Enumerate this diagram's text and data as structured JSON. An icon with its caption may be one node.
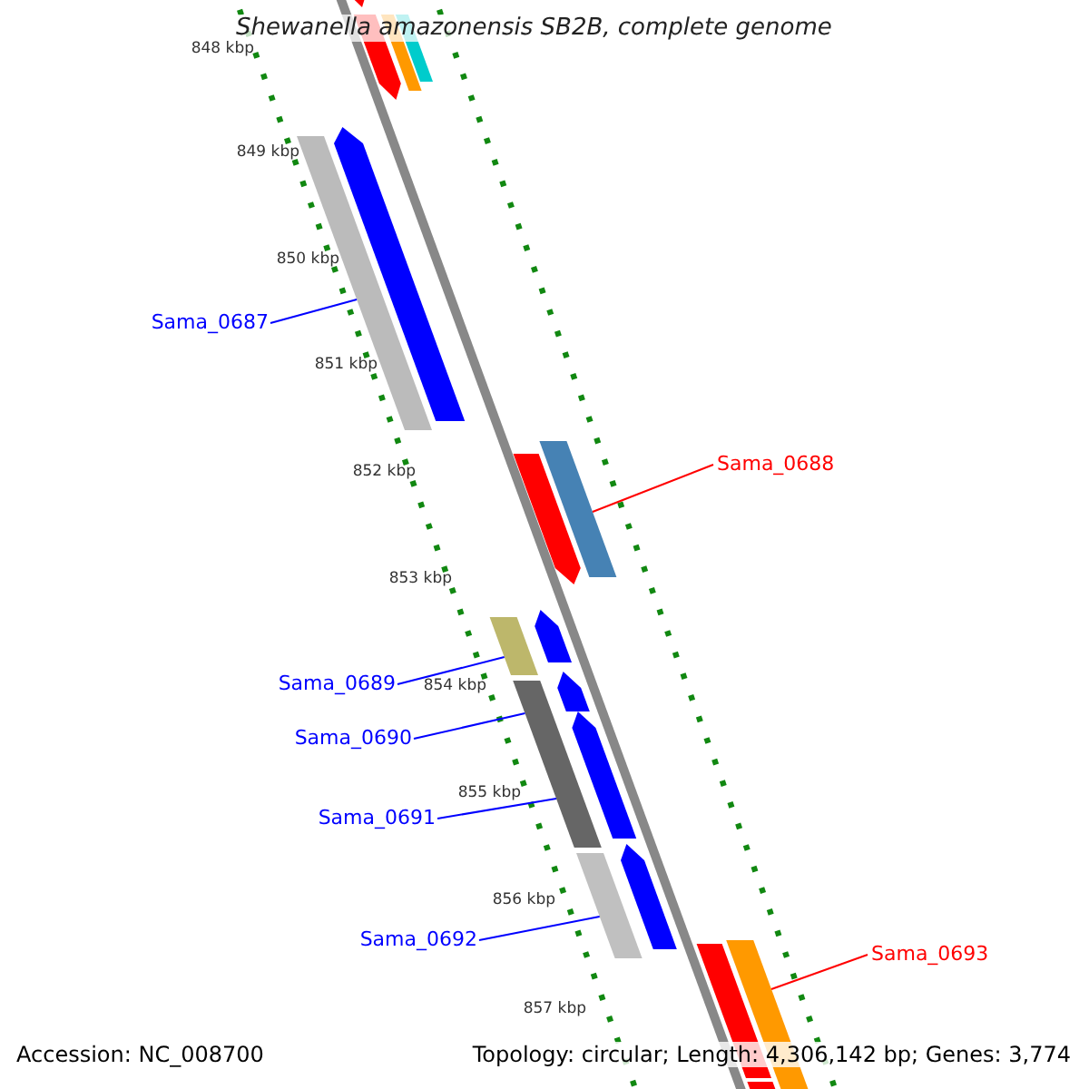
{
  "diagram": {
    "title": "Shewanella amazonensis SB2B, complete genome",
    "nodes": [
      {
        "text": [
          "Sama_0687"
        ]
      },
      {
        "text": [],
        "shape": "bar"
      },
      {
        "text": [
          "Sama_0688"
        ]
      },
      {
        "text": [],
        "shape": "bar"
      },
      {
        "text": [
          "Sama_0689"
        ]
      },
      {
        "text": [],
        "shape": "bar"
      },
      {
        "text": [
          "Sama_0690"
        ]
      },
      {
        "text": [],
        "shape": "bar"
      },
      {
        "text": [
          "Sama_0691"
        ]
      },
      {
        "text": [],
        "shape": "bar"
      },
      {
        "text": [
          "Sama_0692"
        ]
      },
      {
        "text": [],
        "shape": "bar"
      },
      {
        "text": [
          "Sama_0693"
        ]
      },
      {
        "text": [],
        "shape": "bar"
      },
      {
        "text": [],
        "shape": "bar"
      },
      {
        "text": [],
        "shape": "bar"
      },
      {
        "text": [],
        "shape": "bar"
      },
      {
        "text": [],
        "shape": "bar"
      },
      {
        "text": [],
        "shape": "bar"
      },
      {
        "text": [],
        "shape": "bar"
      },
      {
        "text": [],
        "shape": "bar"
      },
      {
        "text": [],
        "shape": "bar"
      },
      {
        "text": [],
        "shape": "bar"
      },
      {
        "text": [],
        "shape": "bar"
      },
      {
        "text": [],
        "shape": "bar"
      },
      {
        "text": [],
        "shape": "bar"
      }
    ],
    "edges": [
      {
        "from": 0,
        "to": 1,
        "arrow": "none"
      },
      {
        "from": 2,
        "to": 3,
        "arrow": "none",
        "color": "#ff0000"
      },
      {
        "from": 4,
        "to": 5,
        "arrow": "none"
      },
      {
        "from": 6,
        "to": 7,
        "arrow": "none"
      },
      {
        "from": 8,
        "to": 9,
        "arrow": "none"
      },
      {
        "from": 10,
        "to": 11,
        "arrow": "none"
      },
      {
        "from": 12,
        "to": 13,
        "arrow": "none",
        "color": "#ff0000"
      }
    ],
    "labels": [
      "848 kbp",
      "849 kbp",
      "850 kbp",
      "851 kbp",
      "852 kbp",
      "853 kbp",
      "854 kbp",
      "855 kbp",
      "856 kbp",
      "857 kbp",
      "Accession: NC_008700",
      "Topology: circular; Length: 4,306,142 bp; Genes: 3,774"
    ]
  }
}
